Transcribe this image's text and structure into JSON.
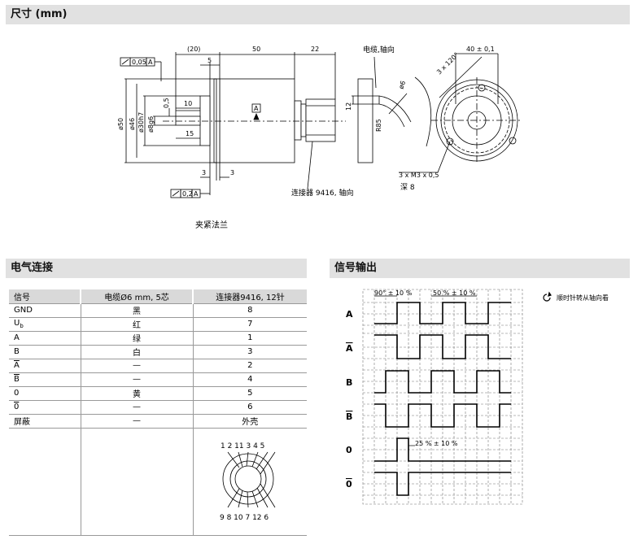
{
  "sections": {
    "dimensions": "尺寸 (mm)",
    "electrical": "电气连接",
    "signal": "信号输出"
  },
  "drawing": {
    "dim_20": "(20)",
    "dim_50": "50",
    "dim_22": "22",
    "dim_5": "5",
    "dim_10": "10",
    "dim_15": "15",
    "dim_0_5": "0,5",
    "dim_3a": "3",
    "dim_3b": "3",
    "dim_12": "12",
    "dia_50": "ø50",
    "dia_46": "ø46",
    "dia_30": "ø30h7",
    "dia_8": "ø8g6",
    "dia_6": "ø6",
    "r85": "R85",
    "tol_top": "0,05",
    "tol_bottom": "0,2",
    "datum": "A",
    "cable_label": "电缆,轴向",
    "connector_label": "连接器 9416, 轴向",
    "dim_40": "40 ± 0,1",
    "angle_label": "3 x 120°",
    "thread_label": "3 x M3 x 0,5",
    "depth_label": "深 8",
    "flange_caption": "夹紧法兰"
  },
  "table": {
    "headers": [
      "信号",
      "电缆Ø6 mm, 5芯",
      "连接器9416, 12针"
    ],
    "rows": [
      {
        "sig": "GND",
        "ov": false,
        "cable": "黑",
        "pin": "8"
      },
      {
        "sig": "U",
        "sub": "b",
        "ov": false,
        "cable": "红",
        "pin": "7"
      },
      {
        "sig": "A",
        "ov": false,
        "cable": "绿",
        "pin": "1"
      },
      {
        "sig": "B",
        "ov": false,
        "cable": "白",
        "pin": "3"
      },
      {
        "sig": "A",
        "ov": true,
        "cable": "—",
        "pin": "2"
      },
      {
        "sig": "B",
        "ov": true,
        "cable": "—",
        "pin": "4"
      },
      {
        "sig": "0",
        "ov": false,
        "cable": "黄",
        "pin": "5"
      },
      {
        "sig": "0",
        "ov": true,
        "cable": "—",
        "pin": "6"
      },
      {
        "sig": "屏蔽",
        "ov": false,
        "cable": "—",
        "pin": "外壳"
      }
    ],
    "pins_top": "1 2 11 3 4 5",
    "pins_bottom": "9 8 10 7 12 6"
  },
  "signals": {
    "labels": [
      "A",
      "A",
      "B",
      "B",
      "0",
      "0"
    ],
    "overline": [
      false,
      true,
      false,
      true,
      false,
      true
    ],
    "ann_90": "90° ± 10 %",
    "ann_50": "50 % ± 10 %",
    "ann_25": "25 % ± 10 %",
    "rotation_note": "顺时针转从轴向看"
  }
}
